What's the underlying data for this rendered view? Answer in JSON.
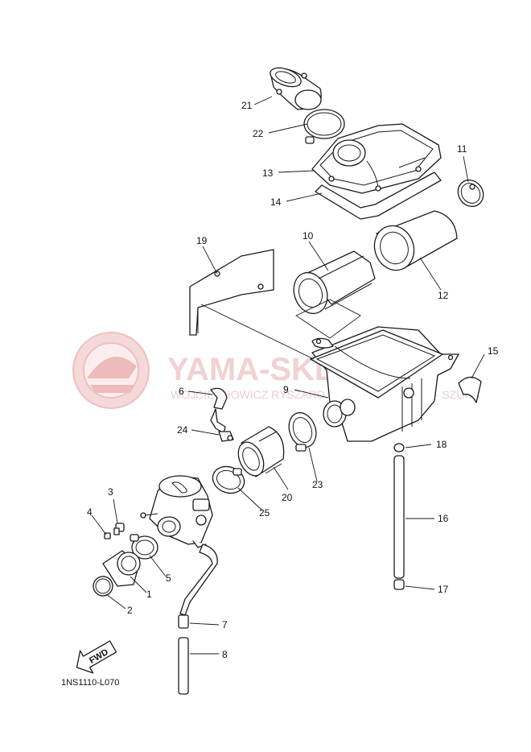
{
  "watermark": {
    "brand": "YAMA-SKLEP.PL",
    "subline": "WOJCIECHOWICZ RYSZARD · GORCZYN ELBĄG · SZUHA",
    "color": "#e9a3a3"
  },
  "fwd_label": "FWD",
  "diagram_code": "1NS1110-L070",
  "callouts": [
    {
      "num": "21"
    },
    {
      "num": "22"
    },
    {
      "num": "13"
    },
    {
      "num": "14"
    },
    {
      "num": "11"
    },
    {
      "num": "19"
    },
    {
      "num": "10"
    },
    {
      "num": "12"
    },
    {
      "num": "15"
    },
    {
      "num": "6"
    },
    {
      "num": "9"
    },
    {
      "num": "24"
    },
    {
      "num": "18"
    },
    {
      "num": "23"
    },
    {
      "num": "20"
    },
    {
      "num": "3"
    },
    {
      "num": "25"
    },
    {
      "num": "16"
    },
    {
      "num": "4"
    },
    {
      "num": "5"
    },
    {
      "num": "1"
    },
    {
      "num": "2"
    },
    {
      "num": "17"
    },
    {
      "num": "7"
    },
    {
      "num": "8"
    }
  ]
}
